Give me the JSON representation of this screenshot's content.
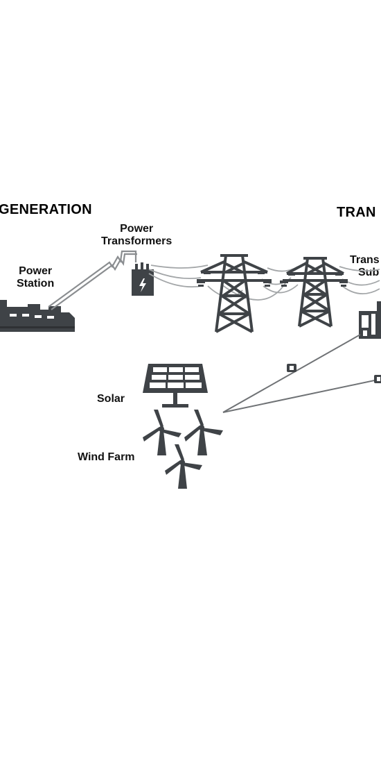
{
  "sections": {
    "generation_title": "GENERATION",
    "transmission_title": "TRAN"
  },
  "labels": {
    "power_transformers": "Power\nTransformers",
    "power_transformers_line1": "Power",
    "power_transformers_line2": "Transformers",
    "power_station_line1": "Power",
    "power_station_line2": "Station",
    "transmission_substation_line1": "Trans",
    "transmission_substation_line2": "Sub",
    "solar": "Solar",
    "wind_farm": "Wind Farm"
  },
  "colors": {
    "icon_fill": "#3f4347",
    "line": "#8a8d90",
    "text": "#111111"
  },
  "icons": [
    "power-station-icon",
    "transformer-icon",
    "transmission-tower-icon",
    "substation-icon",
    "solar-panel-icon",
    "wind-turbine-icon",
    "insulator-icon"
  ]
}
